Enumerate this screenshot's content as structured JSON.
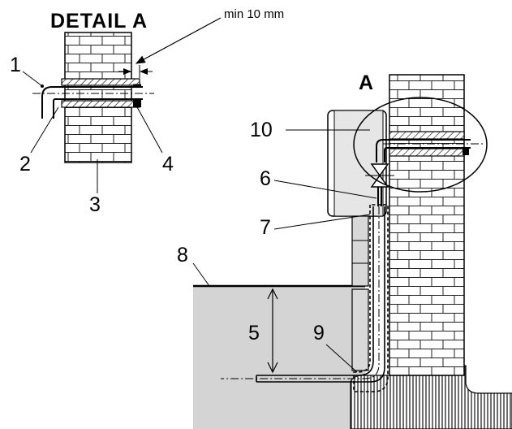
{
  "detail": {
    "title": "DETAIL  A",
    "clearance": "min 10 mm",
    "labels": {
      "n1": "1",
      "n2": "2",
      "n3": "3",
      "n4": "4"
    }
  },
  "main": {
    "section_mark": "A",
    "labels": {
      "n5": "5",
      "n6": "6",
      "n7": "7",
      "n8": "8",
      "n9": "9",
      "n10": "10"
    }
  }
}
